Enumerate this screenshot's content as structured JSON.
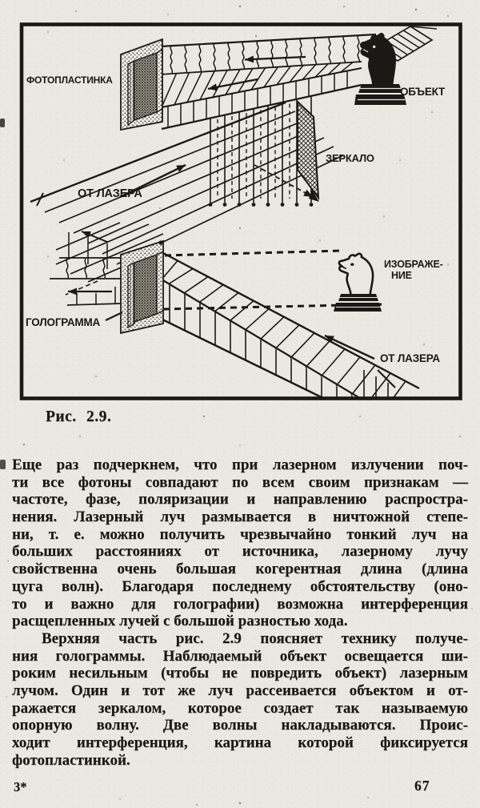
{
  "figure": {
    "caption": "Рис. 2.9.",
    "top_labels": {
      "photoplate": "ФОТОПЛАСТИНКА",
      "object": "ОБЪЕКТ",
      "mirror": "ЗЕРКАЛО",
      "from_laser": "ОТ ЛАЗЕРА"
    },
    "bottom_labels": {
      "hologram": "ГОЛОГРАММА",
      "image_line1": "ИЗОБРАЖЕ-",
      "image_line2": "НИЕ",
      "from_laser": "ОТ ЛАЗЕРА"
    }
  },
  "body": {
    "p1": {
      "lines": [
        "Еще раз подчеркнем, что при лазерном излучении поч-",
        "ти все фотоны совпадают по всем своим признакам —",
        "частоте, фазе, поляризации и направлению распростра-",
        "нения. Лазерный луч размывается в ничтожной степе-",
        "ни, т. е. можно получить чрезвычайно тонкий луч на",
        "больших расстояниях от источника, лазерному лучу",
        "свойственна очень большая когерентная длина (длина",
        "цуга волн). Благодаря последнему обстоятельству (оно-",
        "то и важно для голографии) возможна интерференция",
        "расщепленных лучей с большой разностью хода."
      ]
    },
    "p2": {
      "lines": [
        "Верхняя часть рис. 2.9 поясняет технику получе-",
        "ния голограммы. Наблюдаемый объект освещается ши-",
        "роким несильным (чтобы не повредить объект) лазерным",
        "лучом. Один и тот же луч рассеивается объектом и от-",
        "ражается зеркалом, которое создает так называемую",
        "опорную волну. Две волны накладываются. Проис-",
        "ходит интерференция, картина которой фиксируется",
        "фотопластинкой."
      ]
    }
  },
  "footer": {
    "signature": "3*",
    "page_number": "67"
  },
  "colors": {
    "paper": "#ebe8e1",
    "ink": "#1b1915"
  }
}
